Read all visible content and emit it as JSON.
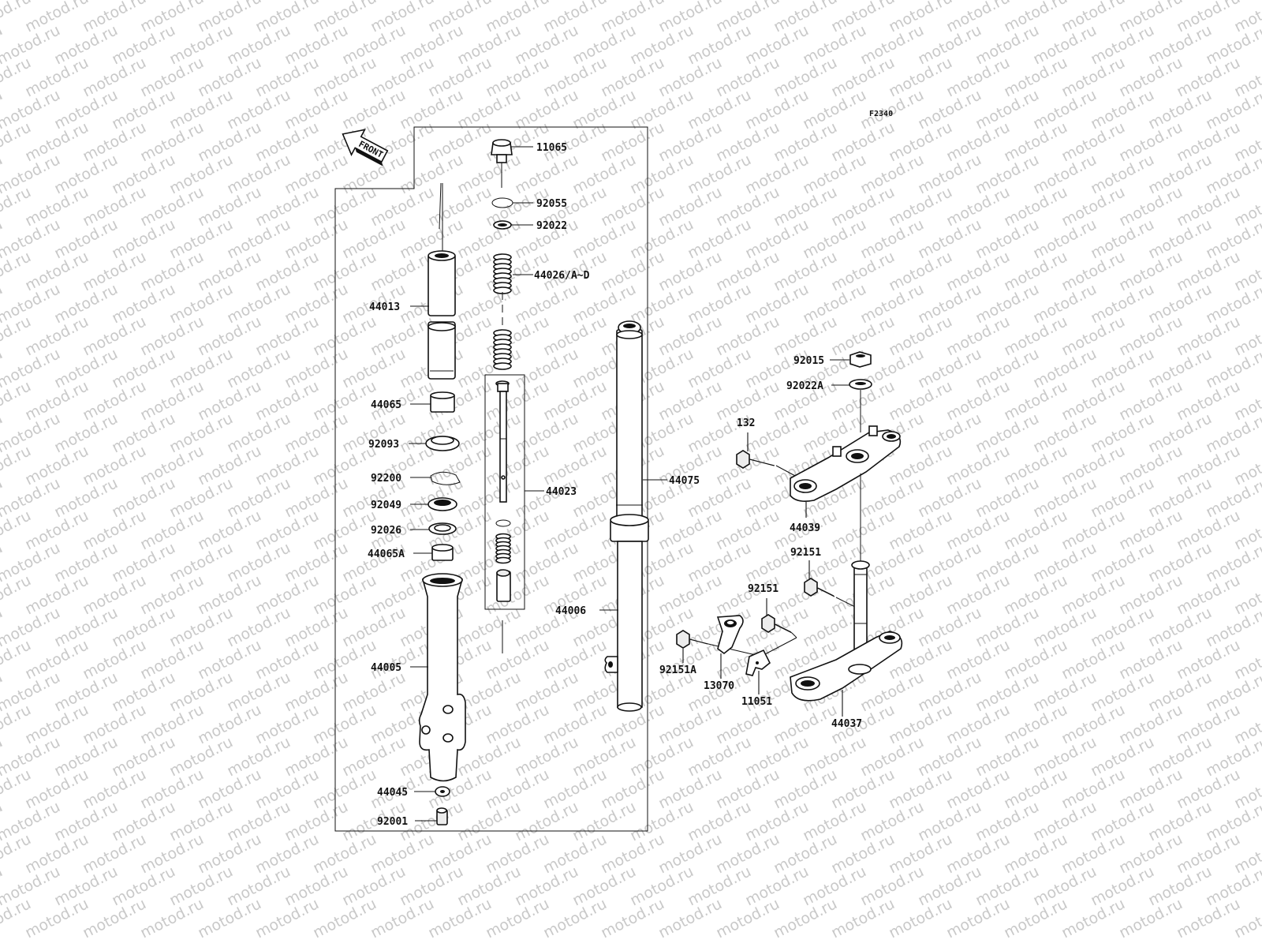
{
  "diagram_code": "F2340",
  "front_arrow": "FRONT",
  "watermark": "motod.ru",
  "parts": {
    "p11065": "11065",
    "p92055": "92055",
    "p92022": "92022",
    "p44026": "44026/A~D",
    "p44013": "44013",
    "p44065": "44065",
    "p92093": "92093",
    "p92200": "92200",
    "p92049": "92049",
    "p92026": "92026",
    "p44065A": "44065A",
    "p44023": "44023",
    "p44005": "44005",
    "p44045": "44045",
    "p92001": "92001",
    "p44075": "44075",
    "p44006": "44006",
    "p92015": "92015",
    "p92022A": "92022A",
    "p132": "132",
    "p44039": "44039",
    "p92151a": "92151",
    "p92151b": "92151",
    "p92151A": "92151A",
    "p13070": "13070",
    "p11051": "11051",
    "p44037": "44037"
  }
}
